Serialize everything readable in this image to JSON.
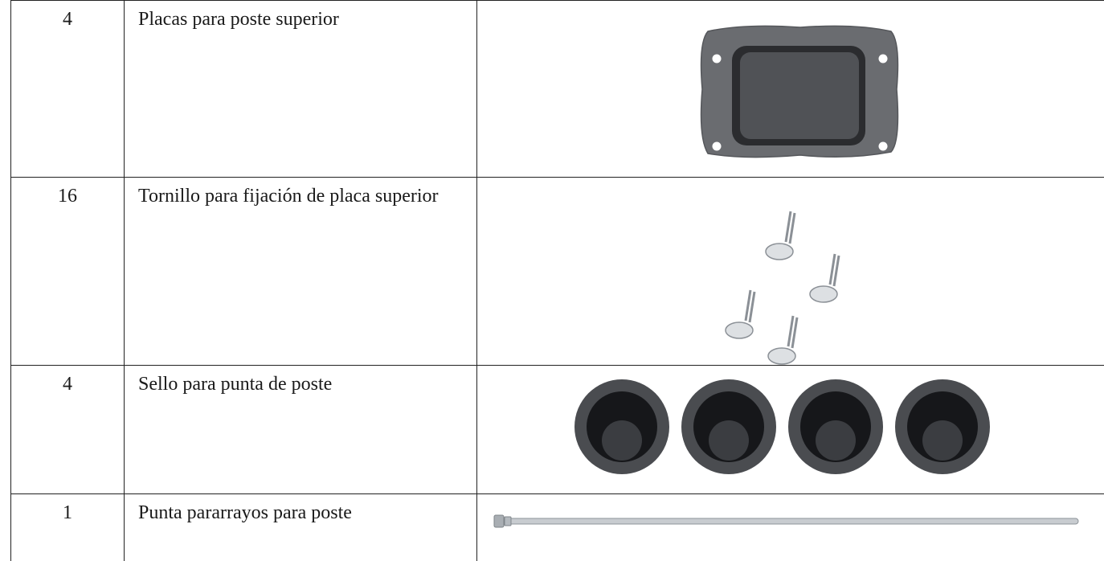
{
  "rows": [
    {
      "qty": "4",
      "description": "Placas para poste superior",
      "image_icon": "top-post-plate-icon"
    },
    {
      "qty": "16",
      "description": "Tornillo para fijación de placa superior",
      "image_icon": "plate-screw-icon"
    },
    {
      "qty": "4",
      "description": "Sello para punta de poste",
      "image_icon": "post-tip-seal-icon"
    },
    {
      "qty": "1",
      "description": "Punta pararrayos para poste",
      "image_icon": "lightning-rod-icon"
    }
  ]
}
